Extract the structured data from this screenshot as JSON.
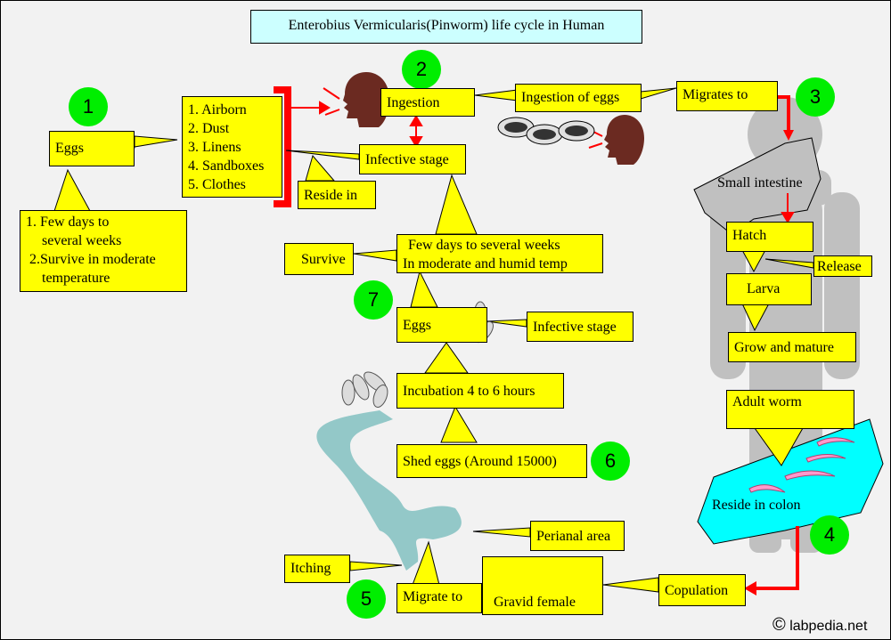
{
  "title": "Enterobius Vermicularis(Pinworm) life cycle in Human",
  "steps": [
    "1",
    "2",
    "3",
    "4",
    "5",
    "6",
    "7"
  ],
  "boxes": {
    "eggs1": "Eggs",
    "few_days_line1": "1. Few days to",
    "few_days_line2": "several weeks",
    "survive_line1": "2.Survive in moderate",
    "survive_line2": "temperature",
    "vehicles": [
      "1. Airborn",
      "2. Dust",
      "3. Linens",
      "4. Sandboxes",
      "5. Clothes"
    ],
    "reside_in": "Reside in",
    "ingestion": "Ingestion",
    "infective_stage": "Infective stage",
    "ingestion_of_eggs": "Ingestion of eggs",
    "migrates_to": "Migrates to",
    "small_intestine": "Small intestine",
    "hatch": "Hatch",
    "release": "Release",
    "larva": "Larva",
    "grow_and_mature": "Grow and mature",
    "adult_worm": "Adult worm",
    "reside_in_colon": "Reside in colon",
    "copulation": "Copulation",
    "gravid_female": "Gravid female",
    "migrate_to": "Migrate to",
    "itching": "Itching",
    "perianal_area": "Perianal area",
    "shed_eggs": "Shed eggs (Around 15000)",
    "incubation": "Incubation 4 to 6 hours",
    "eggs7": "Eggs",
    "infective_stage2": "Infective stage",
    "survive": "Survive",
    "few_days_temp_line1": "Few days to several weeks",
    "few_days_temp_line2": "In moderate and humid temp"
  },
  "credit": "labpedia.net",
  "copyright_symbol": "©",
  "colors": {
    "box": "#ffff00",
    "title": "#ccffff",
    "step": "#00ee00",
    "arrow": "#ff0000",
    "colon": "#00ffff",
    "human": "#c0c0c0",
    "perianal": "#93c8c8",
    "head": "#6b2a21",
    "worm": "#ff99cc"
  }
}
